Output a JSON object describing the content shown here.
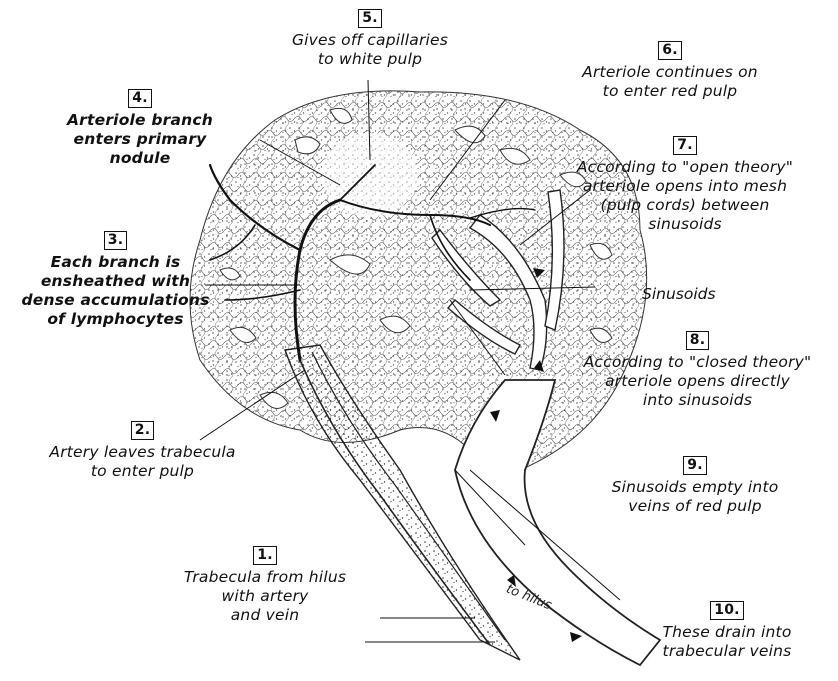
{
  "labels": [
    {
      "number": "1.",
      "lines": [
        "Trabecula from hilus",
        "with artery",
        "and vein"
      ]
    },
    {
      "number": "2.",
      "lines": [
        "Artery leaves trabecula",
        "to enter pulp"
      ]
    },
    {
      "number": "3.",
      "lines": [
        "Each branch is",
        "ensheathed with",
        "dense accumulations",
        "of lymphocytes"
      ]
    },
    {
      "number": "4.",
      "lines": [
        "Arteriole branch",
        "enters primary",
        "nodule"
      ]
    },
    {
      "number": "5.",
      "lines": [
        "Gives off capillaries",
        "to white pulp"
      ]
    },
    {
      "number": "6.",
      "lines": [
        "Arteriole continues on",
        "to enter red pulp"
      ]
    },
    {
      "number": "7.",
      "lines": [
        "According to \"open theory\"",
        "arteriole opens into mesh",
        "(pulp cords) between",
        "sinusoids"
      ]
    },
    {
      "number": "8.",
      "lines": [
        "According to \"closed theory\"",
        "arteriole opens directly",
        "into sinusoids"
      ]
    },
    {
      "number": "9.",
      "lines": [
        "Sinusoids empty into",
        "veins of red pulp"
      ]
    },
    {
      "number": "10.",
      "lines": [
        "These drain into",
        "trabecular veins"
      ]
    }
  ],
  "sinusoids_label": "Sinusoids",
  "hilus_label": "to hilus",
  "colors": {
    "ink": "#111111",
    "paper": "#ffffff"
  }
}
